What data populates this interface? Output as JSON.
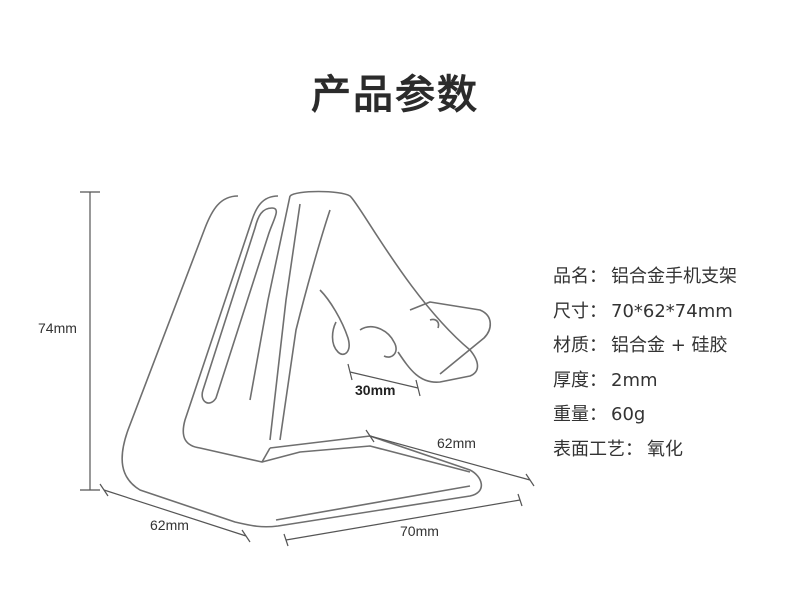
{
  "title": "产品参数",
  "dimensions": {
    "height": "74mm",
    "depth_left": "62mm",
    "depth_right": "62mm",
    "width": "70mm",
    "slot": "30mm"
  },
  "specs": [
    {
      "label": "品名：",
      "value": "铝合金手机支架"
    },
    {
      "label": "尺寸：",
      "value": "70*62*74mm"
    },
    {
      "label": "材质：",
      "value": "铝合金 + 硅胶"
    },
    {
      "label": "厚度：",
      "value": "2mm"
    },
    {
      "label": "重量：",
      "value": "60g"
    },
    {
      "label": "表面工艺：",
      "value": "氧化"
    }
  ]
}
